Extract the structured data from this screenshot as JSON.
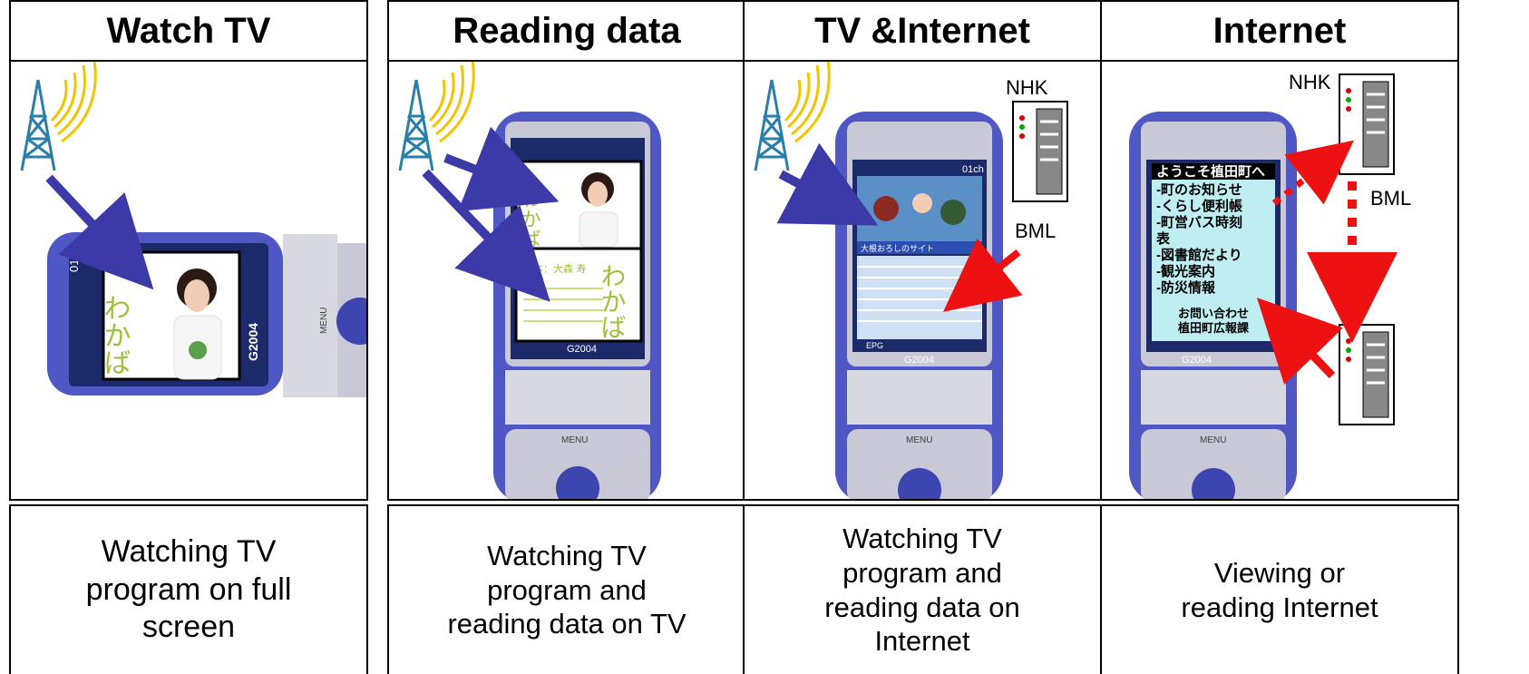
{
  "panels": [
    {
      "title": "Watch TV",
      "caption": "Watching TV\nprogram on full\nscreen"
    },
    {
      "title": "Reading data",
      "caption": "Watching TV\nprogram and\nreading data on TV"
    },
    {
      "title": "TV &Internet",
      "caption": "Watching TV\nprogram and\nreading data on\nInternet"
    },
    {
      "title": "Internet",
      "caption": "Viewing or\nreading Internet"
    }
  ],
  "labels": {
    "nhk": "NHK",
    "bml": "BML",
    "channel": "01ch",
    "model": "G2004",
    "menu": "MENU",
    "epg": "EPG"
  },
  "tv_text": {
    "wakaba": "わかば",
    "author": "脚本：大森 寿",
    "banner": "大根おろしのサイト"
  },
  "internet_menu": [
    "ようこそ植田町へ",
    "-町のお知らせ",
    "-くらし便利帳",
    "-町営バス時刻",
    "表",
    "-図書館だより",
    "-観光案内",
    "-防災情報",
    "お問い合わせ",
    "植田町広報課"
  ],
  "colors": {
    "blue_arrow": "#3b3aa8",
    "red_arrow": "#ee1111",
    "phone_body": "#4f57c4",
    "screen_menu": "#bfeef2"
  }
}
